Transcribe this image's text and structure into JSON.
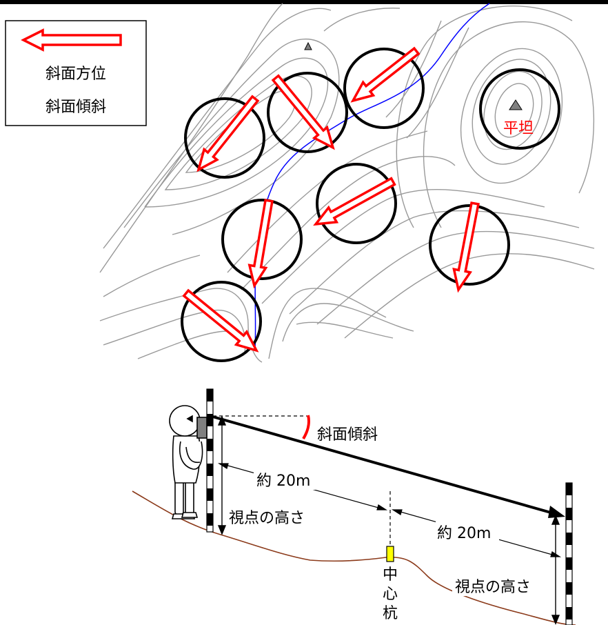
{
  "legend": {
    "line1": "斜面方位",
    "line2": "斜面傾斜"
  },
  "map": {
    "flat_label": "平坦"
  },
  "profile": {
    "slope_label": "斜面傾斜",
    "distance_label_1": "約 20m",
    "distance_label_2": "約 20m",
    "eye_height_label_1": "視点の高さ",
    "eye_height_label_2": "視点の高さ",
    "center_stake_chars": [
      "中",
      "心",
      "杭"
    ]
  },
  "colors": {
    "arrow": "#ff0000",
    "contour": "#999999",
    "stream": "#0000ff",
    "ground": "#8b3a1a",
    "stake": "#ffff00",
    "summit": "#808080"
  }
}
